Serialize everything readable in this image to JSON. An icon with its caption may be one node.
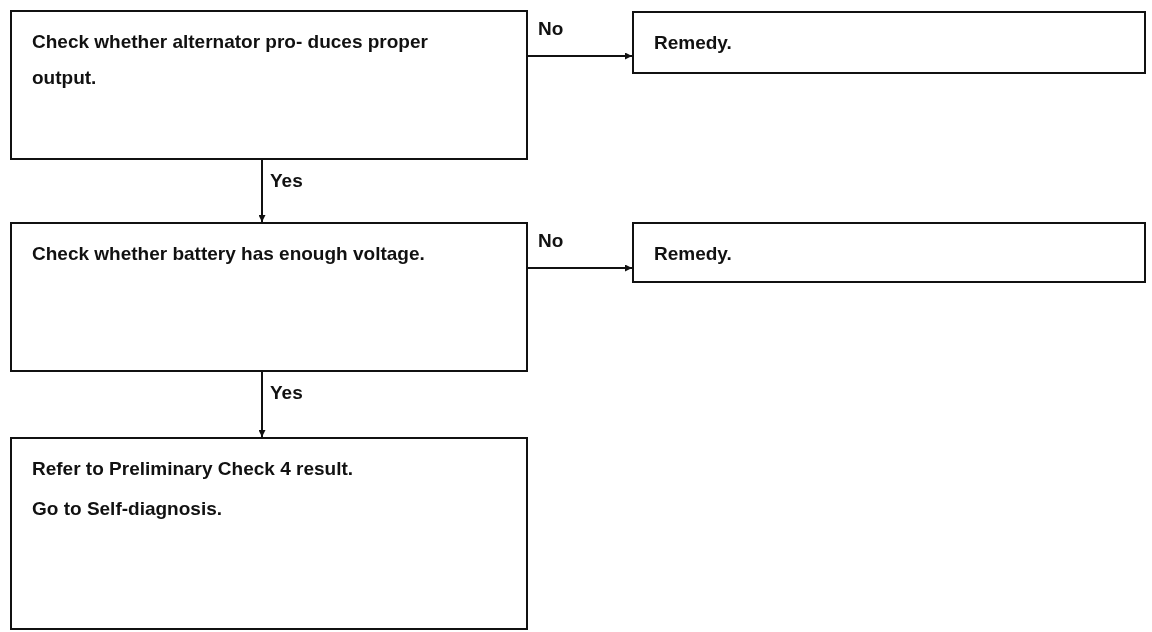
{
  "diagram": {
    "nodes": [
      {
        "text": [
          "Check whether alternator pro- duces proper output."
        ]
      },
      {
        "text": [
          "Remedy."
        ]
      },
      {
        "text": [
          "Check whether battery has enough voltage."
        ]
      },
      {
        "text": [
          "Remedy."
        ]
      },
      {
        "text": [
          "Refer to Preliminary Check 4 result.",
          "Go to Self-diagnosis."
        ]
      }
    ],
    "edges": [
      {
        "from": 0,
        "to": 1,
        "arrow": "to",
        "label": "No"
      },
      {
        "from": 0,
        "to": 2,
        "arrow": "to",
        "label": "Yes"
      },
      {
        "from": 2,
        "to": 3,
        "arrow": "to",
        "label": "No"
      },
      {
        "from": 2,
        "to": 4,
        "arrow": "to",
        "label": "Yes"
      }
    ]
  }
}
